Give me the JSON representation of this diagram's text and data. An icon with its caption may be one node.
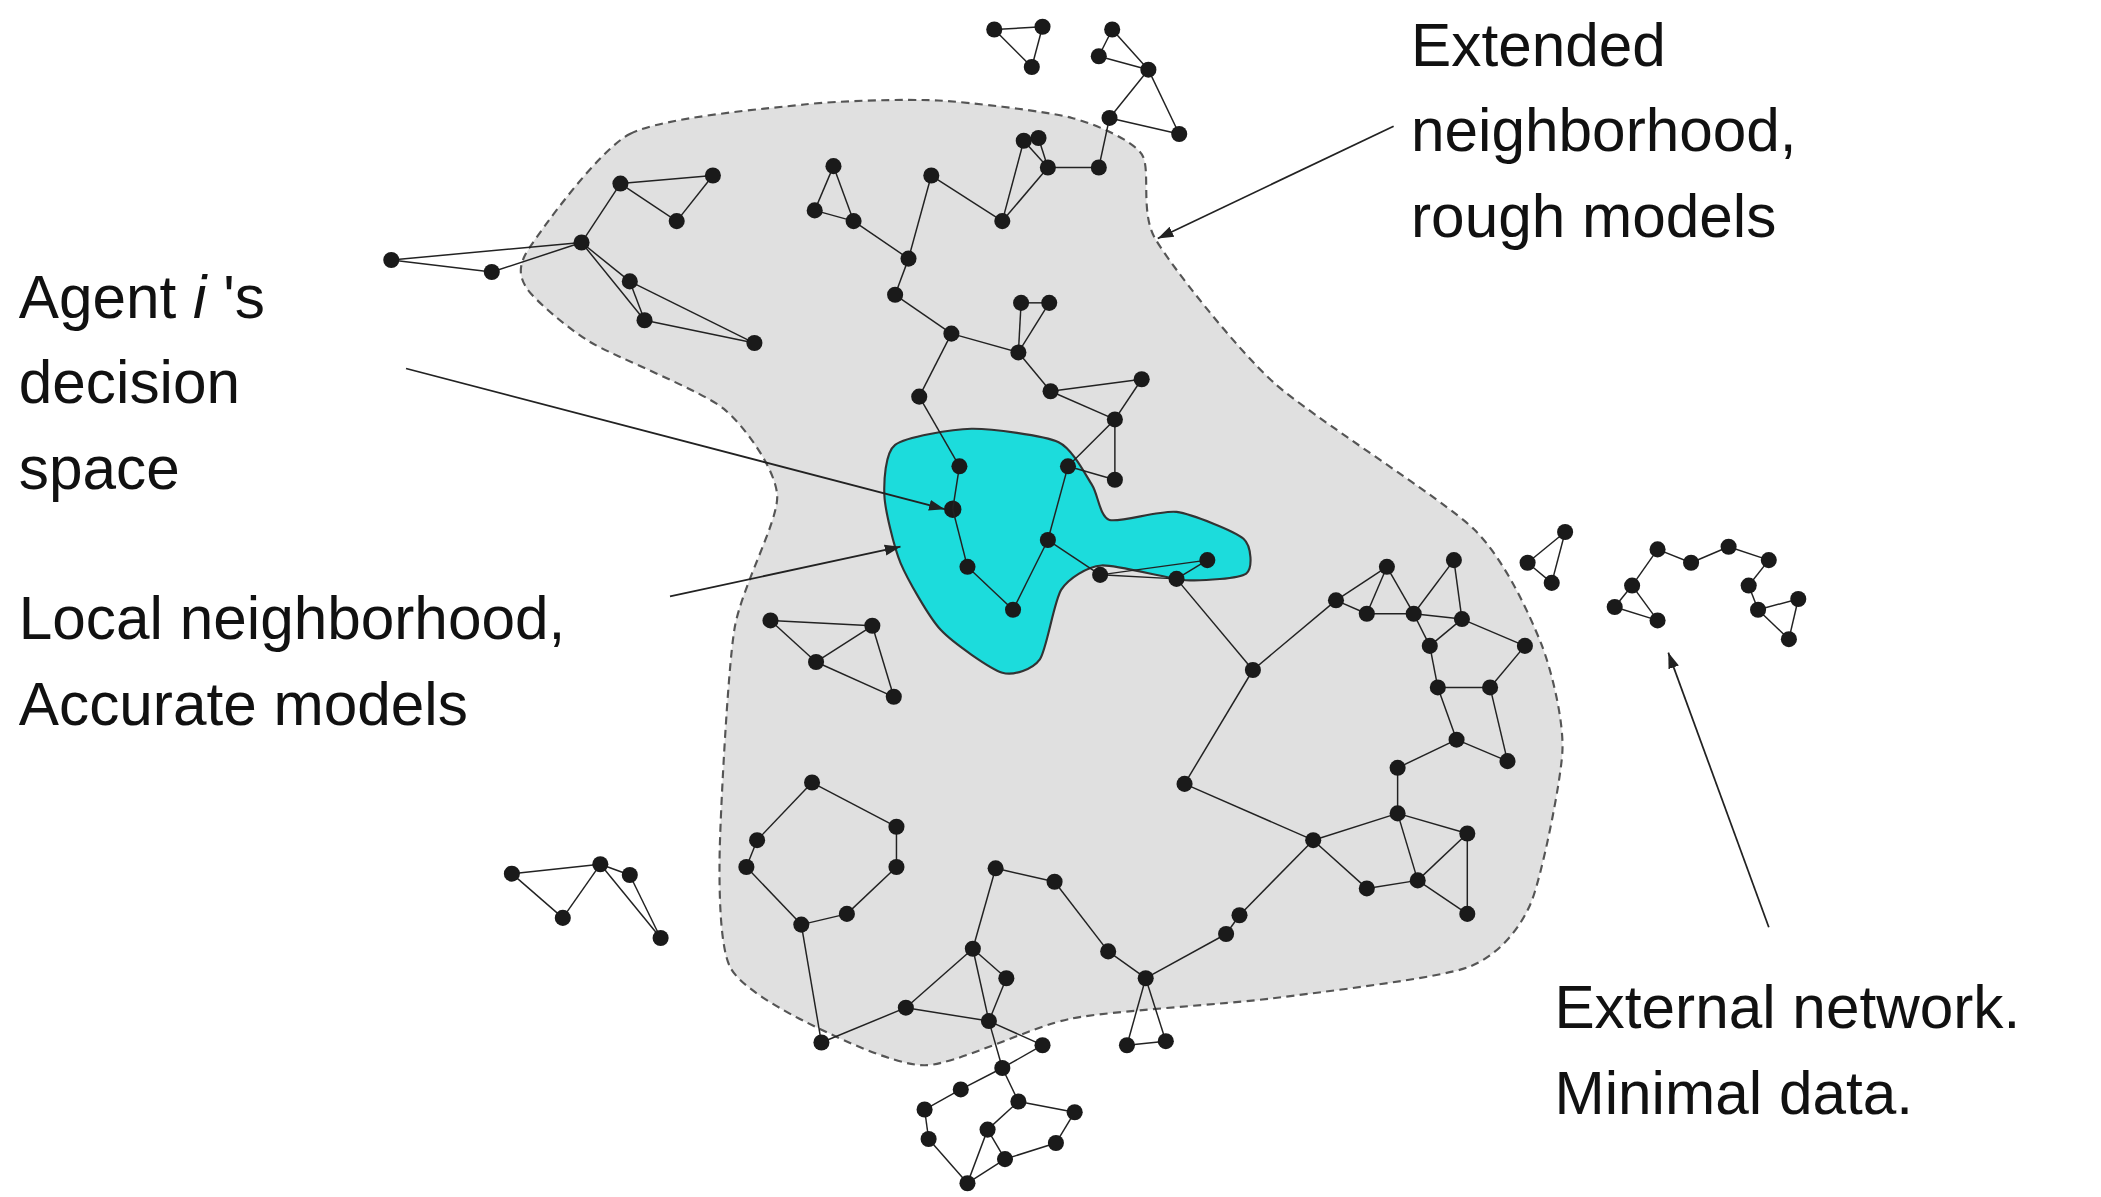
{
  "diagram": {
    "nodes": [
      {
        "text": [
          "Extended neighborhood, rough models"
        ]
      },
      {
        "text": [
          "Agent *i* 's decision space"
        ]
      },
      {
        "text": [
          "Local neighborhood, Accurate models"
        ]
      },
      {
        "text": [
          "External network. Minimal data."
        ]
      },
      {
        "text": [],
        "shape": "blob"
      },
      {
        "text": [],
        "shape": "blob",
        "in": 4
      },
      {
        "text": [],
        "shape": "circle",
        "in": 5
      }
    ],
    "edges": [
      {
        "from": 0,
        "to": 4,
        "arrow": "to"
      },
      {
        "from": 1,
        "to": 6,
        "arrow": "to"
      },
      {
        "from": 2,
        "to": 5,
        "arrow": "to"
      },
      {
        "from": 3,
        "to": null,
        "arrow": "to"
      }
    ]
  }
}
